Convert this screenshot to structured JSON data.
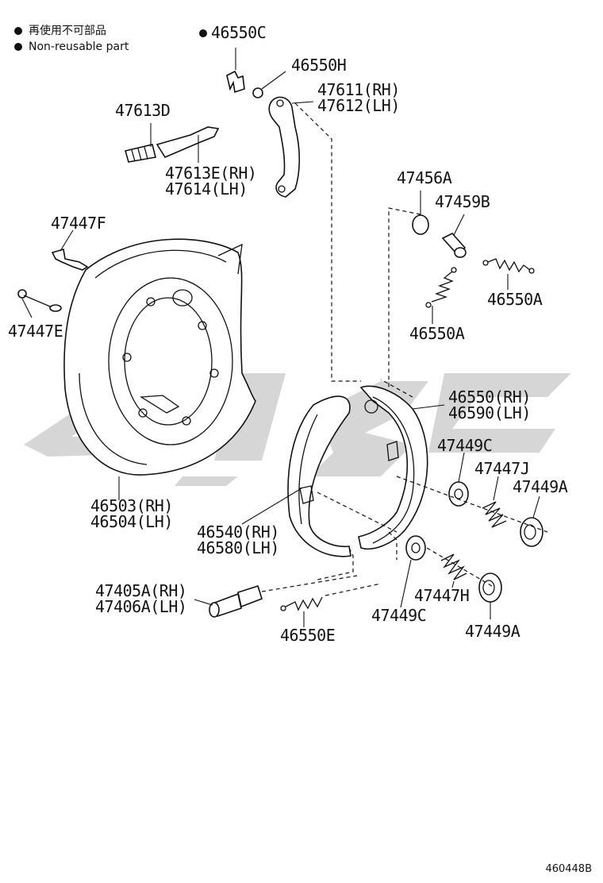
{
  "legend": [
    {
      "text": "再使用不可部品"
    },
    {
      "text": "Non-reusable part"
    }
  ],
  "labels": {
    "p46550C": "46550C",
    "p46550H": "46550H",
    "p47611_12": [
      "47611(RH)",
      "47612(LH)"
    ],
    "p47613D": "47613D",
    "p47613E_14": [
      "47613E(RH)",
      "47614(LH)"
    ],
    "p47456A": "47456A",
    "p47459B": "47459B",
    "p47447F": "47447F",
    "p47447E": "47447E",
    "p46550A_top": "46550A",
    "p46550A_mid": "46550A",
    "p46550_90": [
      "46550(RH)",
      "46590(LH)"
    ],
    "p47449C_top": "47449C",
    "p47447J": "47447J",
    "p47449A_top": "47449A",
    "p46503_04": [
      "46503(RH)",
      "46504(LH)"
    ],
    "p46540_80": [
      "46540(RH)",
      "46580(LH)"
    ],
    "p47447H": "47447H",
    "p47405A_06A": [
      "47405A(RH)",
      "47406A(LH)"
    ],
    "p47449C_bot": "47449C",
    "p46550E": "46550E",
    "p47449A_bot": "47449A"
  },
  "diagram_code": "460448B"
}
